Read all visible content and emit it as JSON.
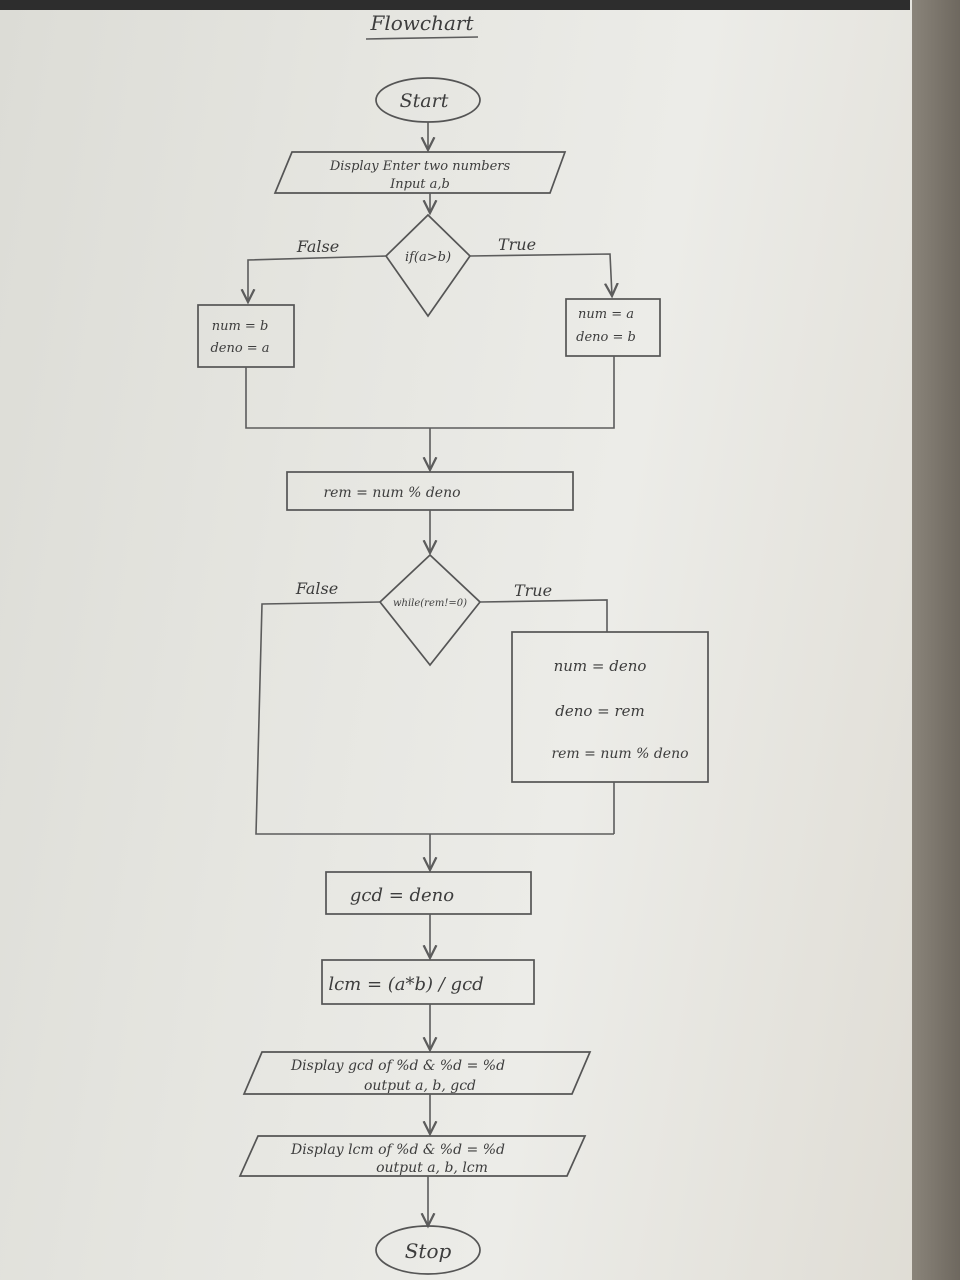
{
  "title": "Flowchart",
  "start": "Start",
  "input1_line1": "Display Enter two numbers",
  "input1_line2": "Input a,b",
  "cond1": "if(a>b)",
  "cond1_false": "False",
  "cond1_true": "True",
  "false_box1_line1": "num = b",
  "false_box1_line2": "deno = a",
  "true_box1_line1": "num = a",
  "true_box1_line2": "deno = b",
  "rem_stmt": "rem = num % deno",
  "cond2": "while(rem!=0)",
  "cond2_false": "False",
  "cond2_true": "True",
  "loop_line1": "num = deno",
  "loop_line2": "deno = rem",
  "loop_line3": "rem = num % deno",
  "gcd_stmt": "gcd = deno",
  "lcm_stmt": "lcm = (a*b) / gcd",
  "out1_line1": "Display gcd of %d & %d = %d",
  "out1_line2": "output a, b, gcd",
  "out2_line1": "Display lcm of %d & %d = %d",
  "out2_line2": "output a, b, lcm",
  "stop": "Stop"
}
